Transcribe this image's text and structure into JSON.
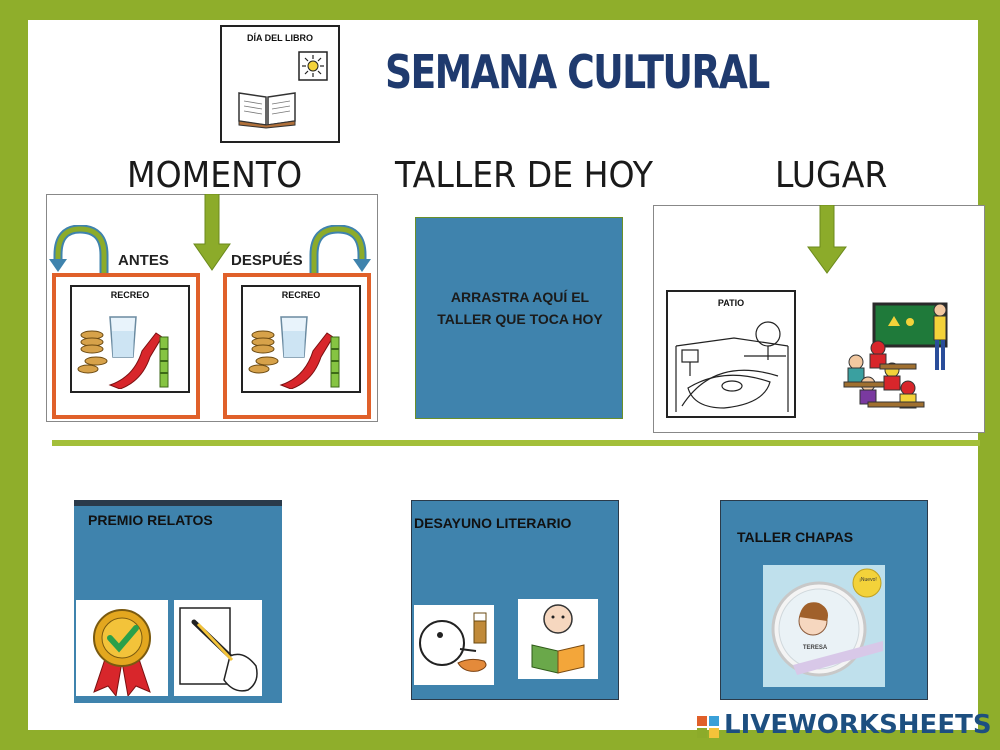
{
  "header": {
    "title": "SEMANA CULTURAL",
    "dia_card_label": "DÍA DEL LIBRO"
  },
  "columns": {
    "momento": "MOMENTO",
    "taller": "TALLER DE HOY",
    "lugar": "LUGAR"
  },
  "momento": {
    "antes": "ANTES",
    "despues": "DESPUÉS",
    "card_left_label": "RECREO",
    "card_right_label": "RECREO"
  },
  "drop_zone": {
    "text": "ARRASTRA AQUÍ EL TALLER QUE TOCA HOY"
  },
  "lugar": {
    "patio_label": "PATIO"
  },
  "talleres": [
    {
      "label": "PREMIO RELATOS"
    },
    {
      "label": "DESAYUNO LITERARIO"
    },
    {
      "label": "TALLER CHAPAS"
    }
  ],
  "badge": {
    "name": "TERESA",
    "tag": "¡Nuevo!"
  },
  "brand": {
    "text": "LIVEWORKSHEETS"
  },
  "colors": {
    "frame_green": "#8fae2b",
    "title_blue": "#1f3a6e",
    "card_blue": "#3f83ad",
    "orange_border": "#e0602a",
    "arrow_green": "#8cab2a"
  }
}
